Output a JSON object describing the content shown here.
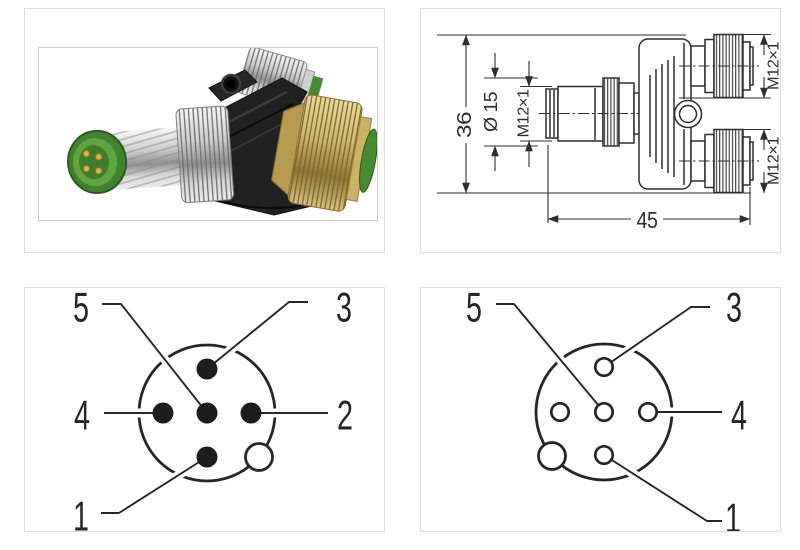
{
  "page": {
    "background": "#ffffff",
    "panel_border": "#dddddd",
    "ink": "#2e2e2e"
  },
  "product_photo": {
    "alt": "M12 T-coupler with one male connector and two female coupling nuts",
    "colors": {
      "housing_black": "#222222",
      "metal_silver": "#d9d9d9",
      "brass_gold": "#d2bc77",
      "insert_green": "#4a8a33",
      "pin_gold": "#d8b545"
    }
  },
  "dimension_drawing": {
    "overall_height": "36",
    "diameter_label": "Ø 15",
    "male_thread_label": "M12×1",
    "branch_top_thread_label": "M12×1",
    "branch_bottom_thread_label": "M12×1",
    "overall_length": "45"
  },
  "pinout_male": {
    "pin_top_left": "5",
    "pin_top_right": "3",
    "pin_left": "4",
    "pin_right": "2",
    "pin_bottom": "1"
  },
  "pinout_female": {
    "pin_top_left": "5",
    "pin_top_right": "3",
    "pin_right": "4",
    "pin_bottom": "1"
  }
}
